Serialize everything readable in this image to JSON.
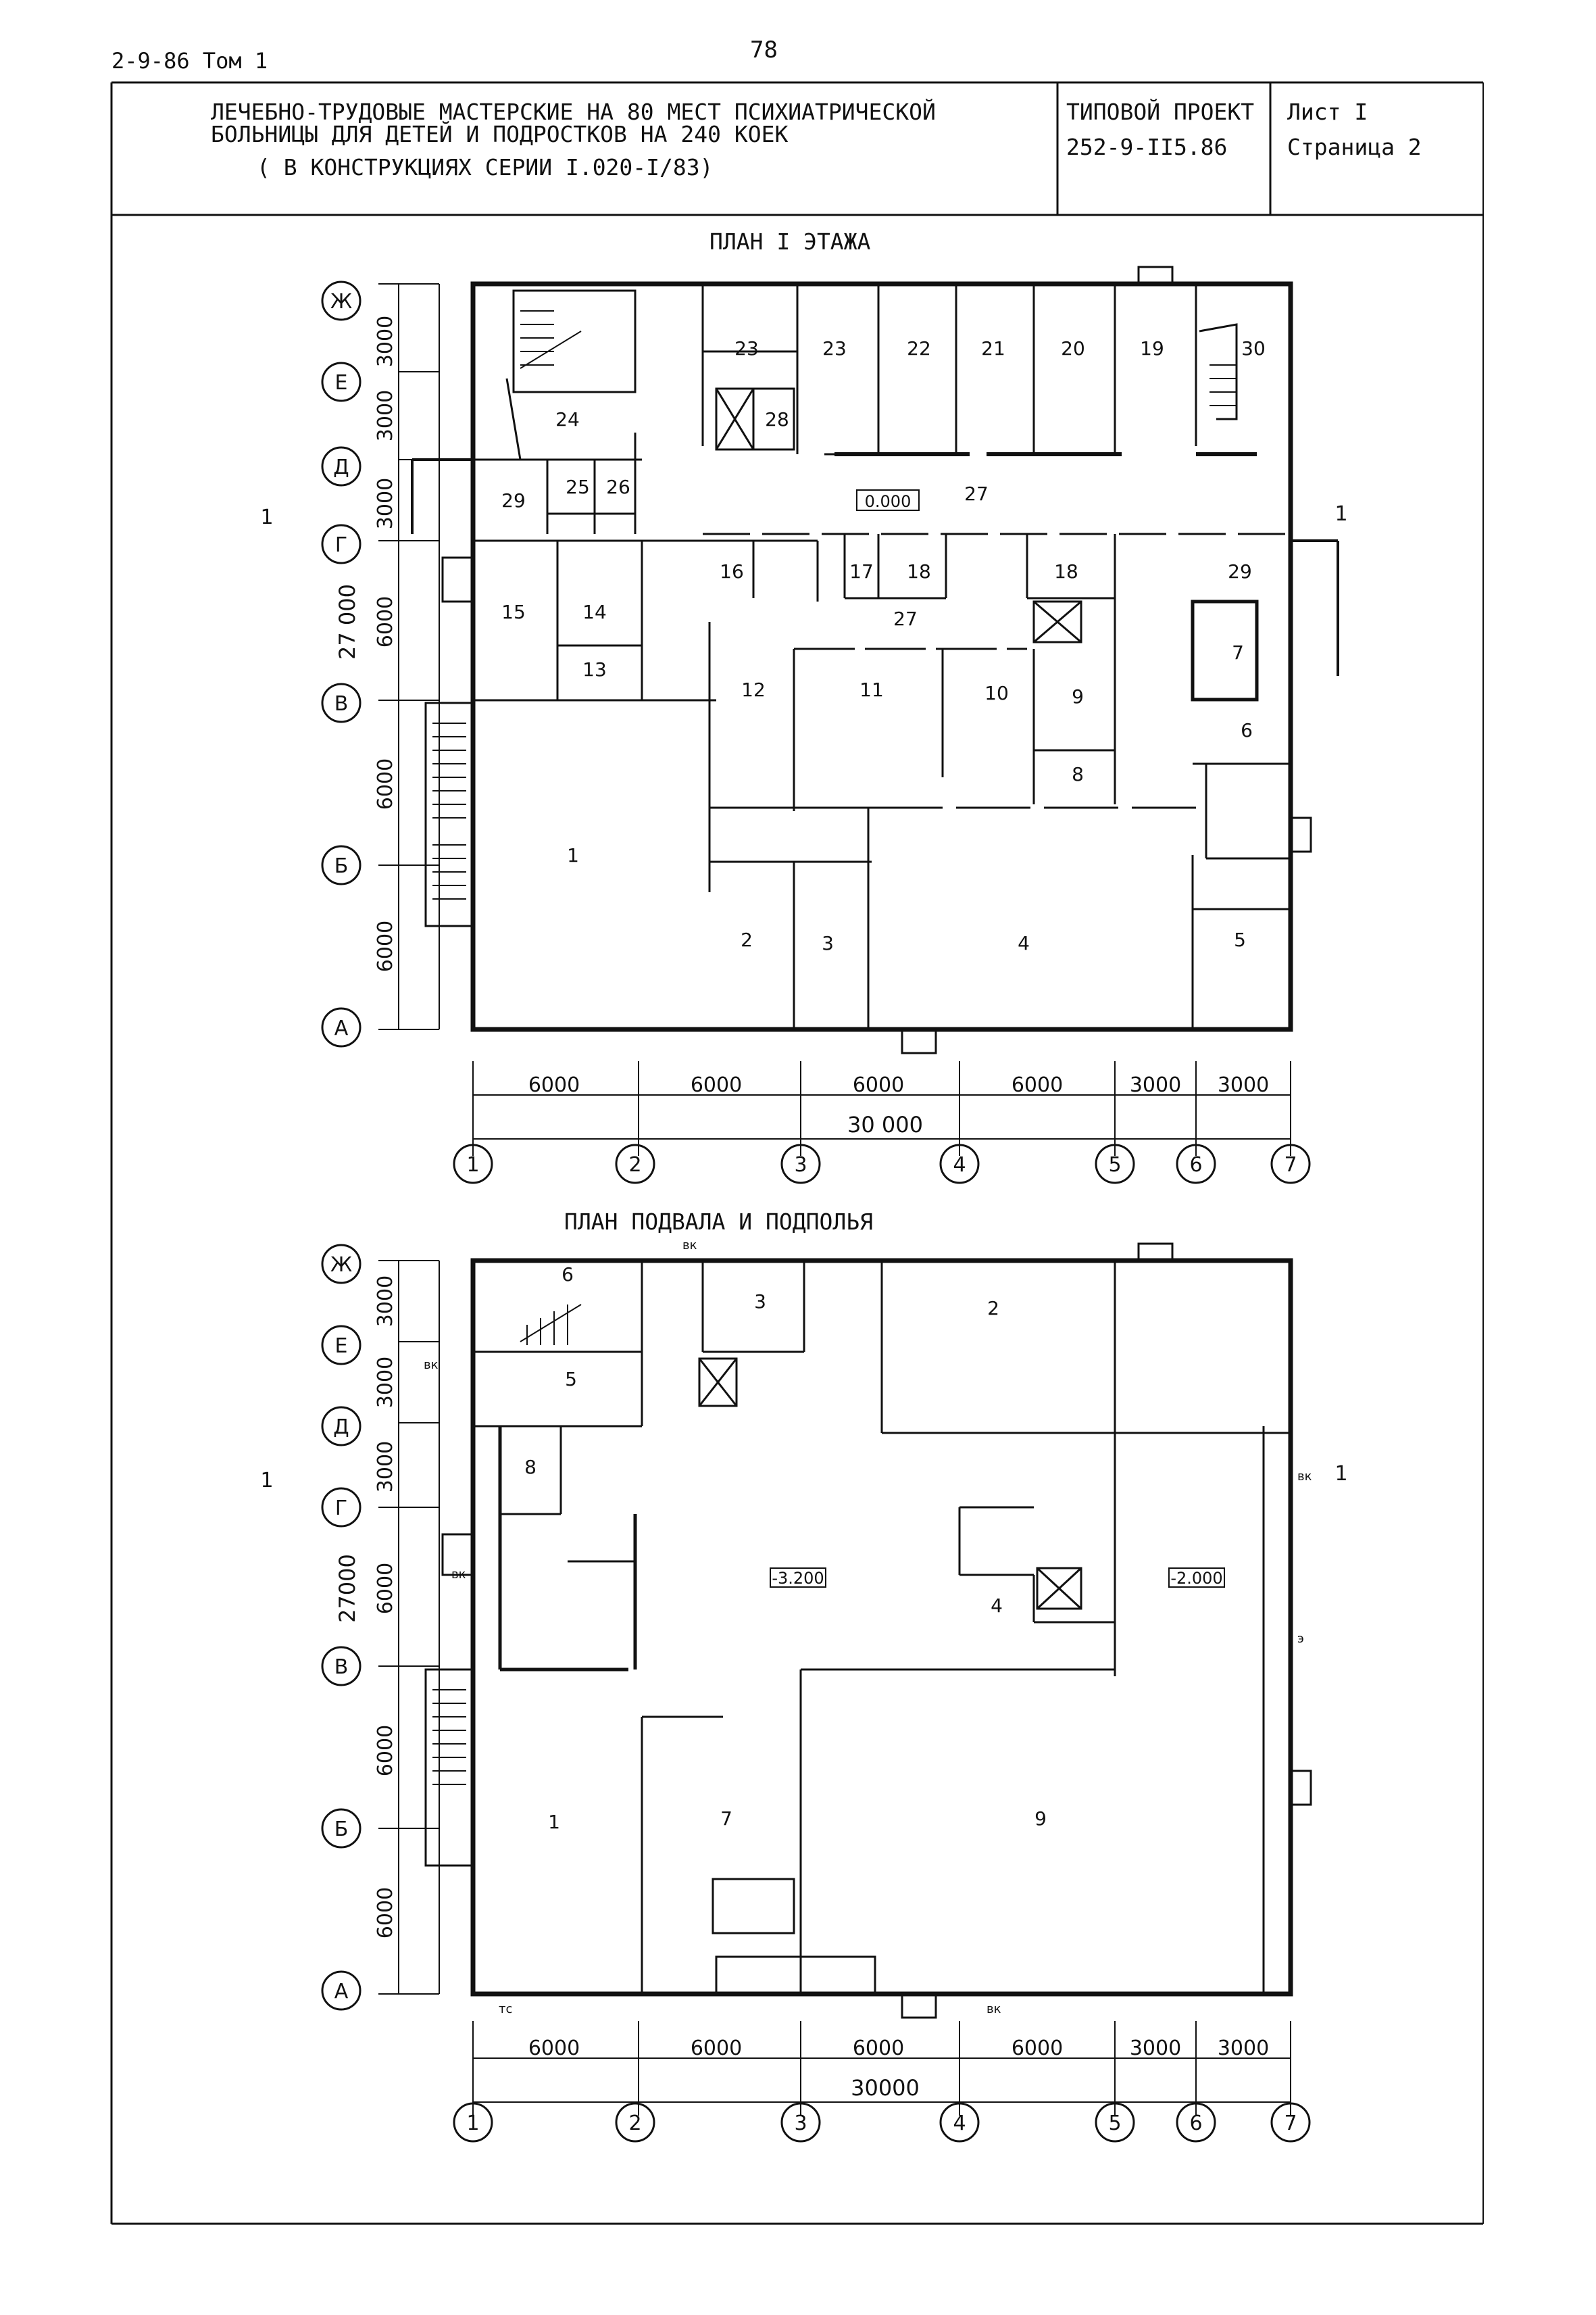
{
  "document": {
    "doc_code": "2-9-86 Том 1",
    "page_number": "78"
  },
  "title_block": {
    "title_line1": "ЛЕЧЕБНО-ТРУДОВЫЕ МАСТЕРСКИЕ НА 80 МЕСТ ПСИХИАТРИЧЕСКОЙ",
    "title_line2": "БОЛЬНИЦЫ ДЛЯ ДЕТЕЙ И ПОДРОСТКОВ НА 240 КОЕК",
    "title_line3": "( В КОНСТРУКЦИЯХ СЕРИИ I.020-I/83)",
    "project_label": "ТИПОВОЙ ПРОЕКТ",
    "project_code": "252-9-II5.86",
    "sheet_label": "Лист I",
    "page_label": "Страница 2"
  },
  "plan1": {
    "title": "ПЛАН I ЭТАЖА",
    "level_mark": "0.000",
    "rows": [
      "Ж",
      "Е",
      "Д",
      "Г",
      "В",
      "Б",
      "А"
    ],
    "cols": [
      "1",
      "2",
      "3",
      "4",
      "5",
      "6",
      "7"
    ],
    "row_dims": [
      "3000",
      "3000",
      "3000",
      "6000",
      "6000",
      "6000"
    ],
    "row_total": "27 000",
    "col_dims": [
      "6000",
      "6000",
      "6000",
      "6000",
      "3000",
      "3000"
    ],
    "col_total": "30 000",
    "section_mark": "1",
    "rooms": [
      "1",
      "2",
      "3",
      "4",
      "5",
      "6",
      "7",
      "8",
      "9",
      "10",
      "11",
      "12",
      "13",
      "14",
      "15",
      "16",
      "17",
      "18",
      "18",
      "19",
      "20",
      "21",
      "22",
      "23",
      "23",
      "24",
      "25",
      "26",
      "27",
      "27",
      "28",
      "29",
      "29",
      "30"
    ]
  },
  "plan2": {
    "title": "ПЛАН ПОДВАЛА И ПОДПОЛЬЯ",
    "level_mark_a": "-3.200",
    "level_mark_b": "-2.000",
    "rows": [
      "Ж",
      "Е",
      "Д",
      "Г",
      "В",
      "Б",
      "А"
    ],
    "cols": [
      "1",
      "2",
      "3",
      "4",
      "5",
      "6",
      "7"
    ],
    "row_dims": [
      "3000",
      "3000",
      "3000",
      "6000",
      "6000",
      "6000"
    ],
    "row_total": "27000",
    "col_dims": [
      "6000",
      "6000",
      "6000",
      "6000",
      "3000",
      "3000"
    ],
    "col_total": "30000",
    "section_mark": "1",
    "rooms": [
      "1",
      "2",
      "3",
      "4",
      "5",
      "6",
      "7",
      "8",
      "9"
    ],
    "notes": {
      "vk": "вк",
      "tc": "тс",
      "e": "э"
    }
  }
}
